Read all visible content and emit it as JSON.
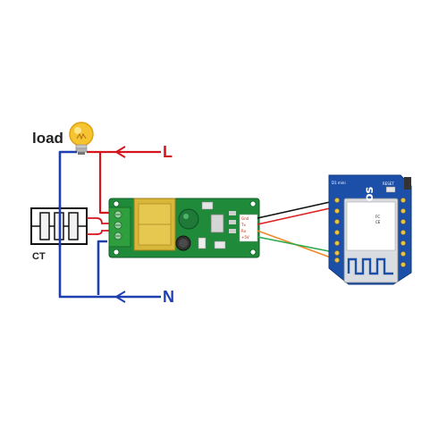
{
  "labels": {
    "load": "load",
    "ct": "CT",
    "live": "L",
    "neutral": "N"
  },
  "pzem_pins": [
    "Gnd",
    "Tx",
    "Rx",
    "+5V"
  ],
  "wemos": {
    "logo": "WeMos",
    "model": "D1 mini",
    "reset": "RESET"
  },
  "colors": {
    "live_wire": "#d4161c",
    "neutral_wire": "#1f3fb0",
    "pzem_board": "#1e8a3a",
    "transformer": "#d8b63a",
    "terminal_block": "#2f9e3f",
    "wemos_board": "#1c4fa8",
    "wire_black": "#111111",
    "wire_red": "#e02020",
    "wire_orange": "#f08a24",
    "wire_green": "#2aa84a",
    "bulb": "#f6c431"
  },
  "icons": [
    "light-bulb-icon",
    "current-transformer-icon",
    "wifi-module-icon"
  ]
}
